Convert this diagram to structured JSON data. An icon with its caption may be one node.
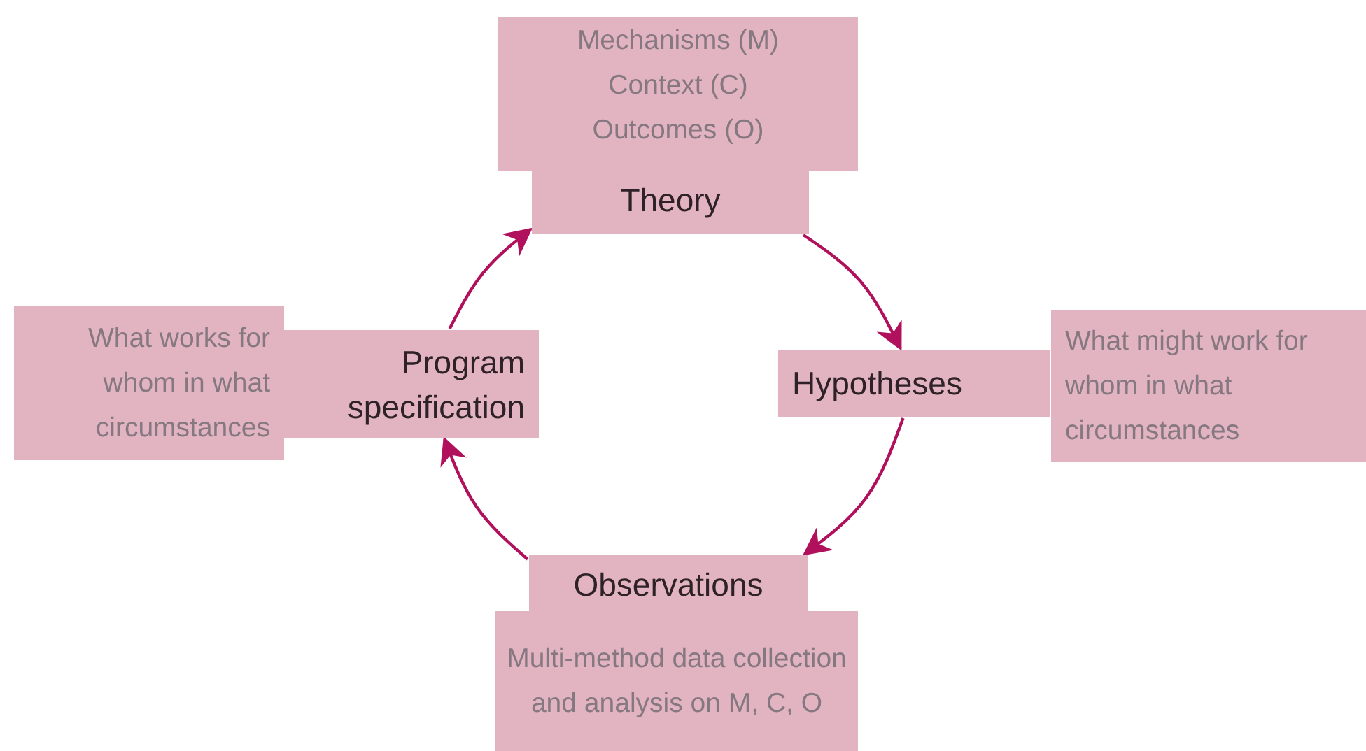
{
  "diagram": {
    "nodes": [
      {
        "text": [
          "Mechanisms (M)",
          "Context (C)",
          "Outcomes (O)"
        ]
      },
      {
        "text": [
          "Theory"
        ]
      },
      {
        "text": [
          "Hypotheses"
        ]
      },
      {
        "text": [
          "What might work for whom in what circumstances"
        ]
      },
      {
        "text": [
          "Observations"
        ]
      },
      {
        "text": [
          "Multi-method data collection and analysis on M, C, O"
        ]
      },
      {
        "text": [
          "Program specification"
        ]
      },
      {
        "text": [
          "What works for whom in what circumstances"
        ]
      }
    ],
    "edges": [
      {
        "from": 1,
        "to": 2,
        "arrow": "to"
      },
      {
        "from": 2,
        "to": 4,
        "arrow": "to"
      },
      {
        "from": 4,
        "to": 6,
        "arrow": "to"
      },
      {
        "from": 6,
        "to": 1,
        "arrow": "to"
      }
    ]
  }
}
